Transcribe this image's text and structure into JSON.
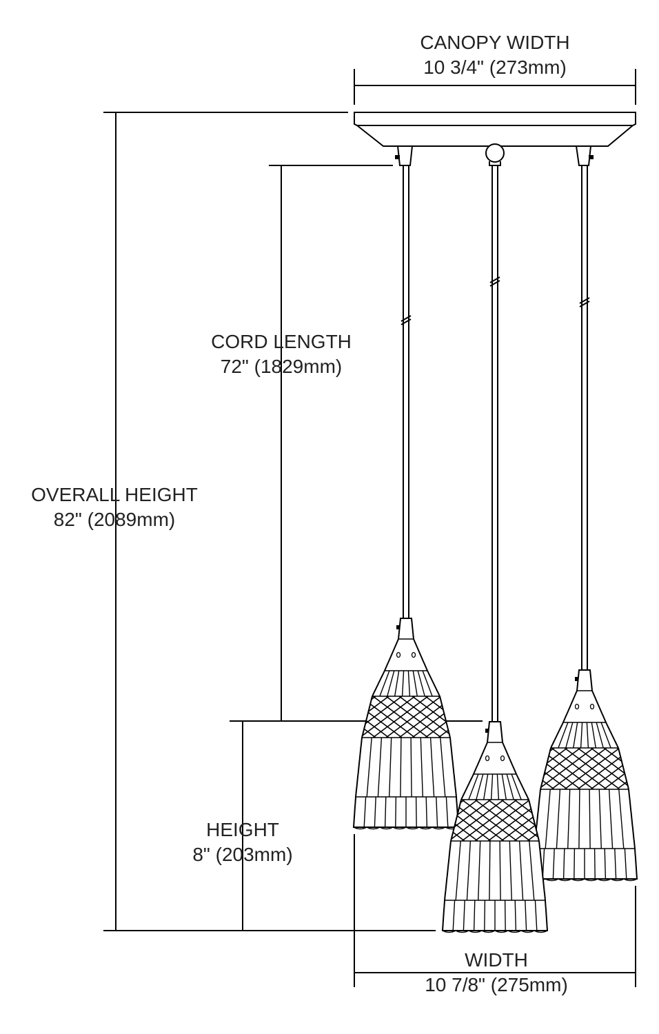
{
  "dimensions": {
    "canopy_width": {
      "label": "CANOPY WIDTH",
      "value": "10 3/4\" (273mm)"
    },
    "cord_length": {
      "label": "CORD LENGTH",
      "value": "72\" (1829mm)"
    },
    "overall_height": {
      "label": "OVERALL HEIGHT",
      "value": "82\" (2089mm)"
    },
    "height": {
      "label": "HEIGHT",
      "value": "8\" (203mm)"
    },
    "width": {
      "label": "WIDTH",
      "value": "10 7/8\" (275mm)"
    }
  },
  "colors": {
    "line": "#000000",
    "text": "#222222"
  }
}
